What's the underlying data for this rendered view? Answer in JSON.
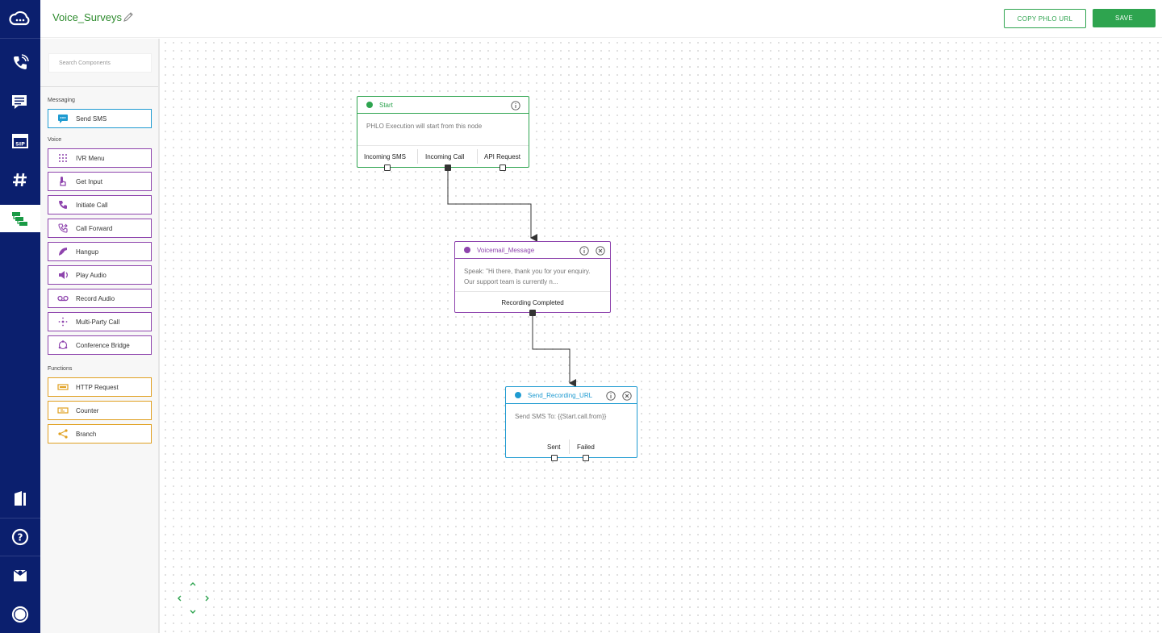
{
  "header": {
    "title": "Voice_Surveys",
    "copy_url_label": "COPY PHLO URL",
    "save_label": "SAVE"
  },
  "rail": {
    "items": [
      "cloud-logo-icon",
      "phone-icon",
      "chat-icon",
      "sip-icon",
      "hashtag-icon",
      "phlo-icon",
      "docs-icon",
      "help-icon",
      "support-icon",
      "account-icon"
    ],
    "active": "phlo-icon",
    "bg_color": "#0b1f6e"
  },
  "sidebar": {
    "search_placeholder": "Search Components",
    "sections": {
      "messaging": "Messaging",
      "voice": "Voice",
      "functions": "Functions"
    },
    "messaging": [
      "Send SMS"
    ],
    "voice": [
      "IVR Menu",
      "Get Input",
      "Initiate Call",
      "Call Forward",
      "Hangup",
      "Play Audio",
      "Record Audio",
      "Multi-Party Call",
      "Conference Bridge"
    ],
    "functions": [
      "HTTP Request",
      "Counter",
      "Branch"
    ]
  },
  "colors": {
    "messaging": "#1f9bd1",
    "voice": "#8e44ad",
    "functions": "#e0a020",
    "start": "#2ea44f",
    "accent_green": "#2ea44f"
  },
  "nodes": {
    "start": {
      "name": "Start",
      "body": "PHLO Execution will start from this node",
      "ports": [
        "Incoming SMS",
        "Incoming Call",
        "API Request"
      ]
    },
    "voicemail": {
      "name": "Voicemail_Message",
      "body": "Speak: \"Hi there, thank you for your enquiry. Our support team is currently n...",
      "ports": [
        "Recording Completed"
      ]
    },
    "send_recording": {
      "name": "Send_Recording_URL",
      "body": "Send SMS To: {{Start.call.from}}",
      "ports": [
        "Sent",
        "Failed"
      ]
    }
  }
}
